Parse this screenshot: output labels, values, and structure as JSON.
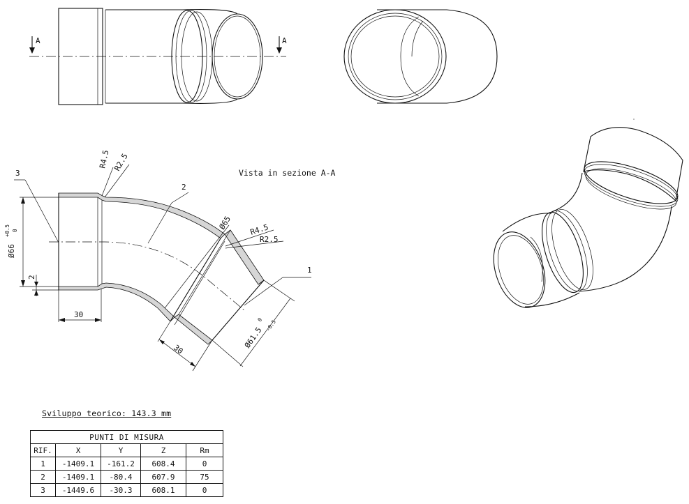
{
  "section_label": "Vista in sezione A-A",
  "cut_marks": {
    "left": "A",
    "right": "A"
  },
  "dimensions": {
    "r_a_1": "R4.5",
    "r_b_1": "R2.5",
    "r_a_2": "R4.5",
    "r_b_2": "R2.5",
    "diameter_outer": "Ø66",
    "diameter_outer_tol_upper": "+0.5",
    "diameter_outer_tol_lower": "0",
    "diameter_mid": "Ø65",
    "diameter_end": "Ø61.5",
    "diameter_end_tol_upper": "0",
    "diameter_end_tol_lower": "-0.5",
    "thickness": "2",
    "length_left": "30",
    "length_right": "30"
  },
  "callouts": {
    "c1": "1",
    "c2": "2",
    "c3": "3"
  },
  "development_note": "Sviluppo teorico: 143.3 mm",
  "measure_table": {
    "caption": "PUNTI DI MISURA",
    "headers": [
      "RIF.",
      "X",
      "Y",
      "Z",
      "Rm"
    ],
    "rows": [
      [
        "1",
        "-1409.1",
        "-161.2",
        "608.4",
        "0"
      ],
      [
        "2",
        "-1409.1",
        "-80.4",
        "607.9",
        "75"
      ],
      [
        "3",
        "-1449.6",
        "-30.3",
        "608.1",
        "0"
      ]
    ]
  }
}
